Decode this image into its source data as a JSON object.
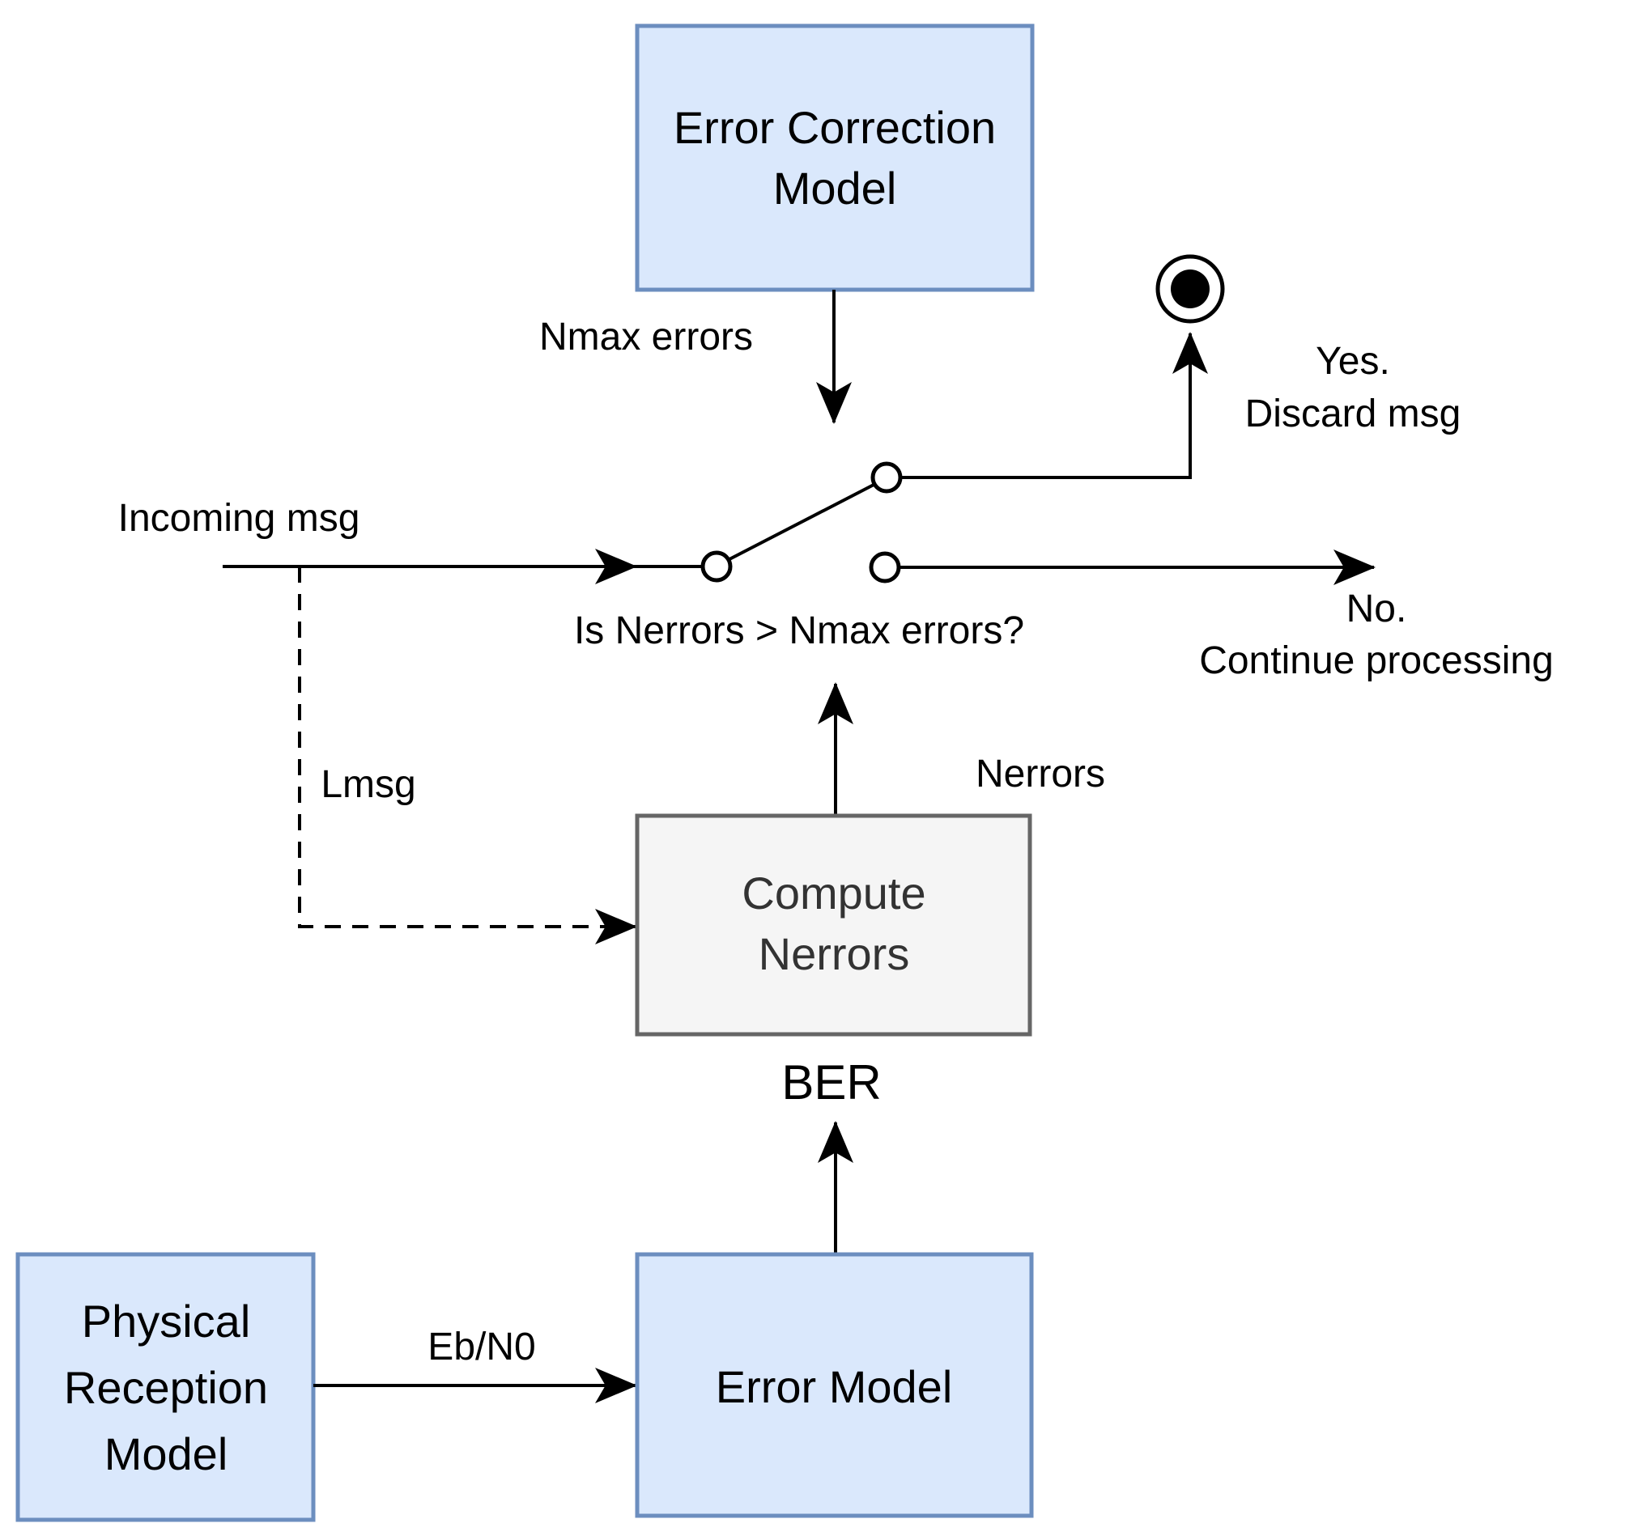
{
  "diagram": {
    "type": "flow-diagram",
    "background": "#ffffff",
    "colors": {
      "model_fill": "#dae8fc",
      "model_border": "#6c8ebf",
      "process_fill": "#f5f5f5",
      "process_border": "#666666",
      "process_text": "#333333",
      "line": "#000000",
      "text": "#000000"
    },
    "nodes": {
      "error_correction": {
        "lines": [
          "Error Correction",
          "Model"
        ]
      },
      "compute_nerrors": {
        "lines": [
          "Compute",
          "Nerrors"
        ]
      },
      "error_model": {
        "lines": [
          "Error Model"
        ]
      },
      "physical_reception": {
        "lines": [
          "Physical",
          "Reception",
          "Model"
        ]
      },
      "final_state": {
        "shape": "activity-final-node"
      }
    },
    "labels": {
      "nmax_errors": "Nmax errors",
      "incoming_msg": "Incoming msg",
      "switch_question": "Is Nerrors > Nmax errors?",
      "yes": [
        "Yes.",
        "Discard msg"
      ],
      "no": [
        "No.",
        "Continue processing"
      ],
      "nerrors": "Nerrors",
      "lmsg": "Lmsg",
      "ber": "BER",
      "eb_n0": "Eb/N0"
    }
  }
}
